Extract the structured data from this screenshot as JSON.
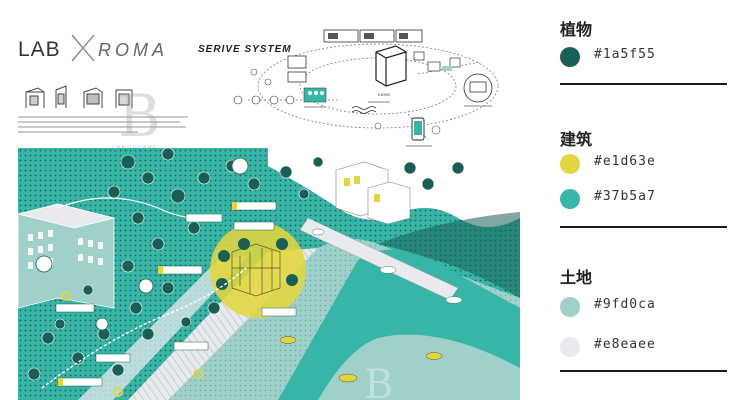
{
  "poster": {
    "brand_left": "LAB",
    "brand_right": "ROMA",
    "system_title": "SERIVE SYSTEM",
    "watermark_letter": "B",
    "watermark_sub": "LANDSCAPE"
  },
  "palette": {
    "groups": [
      {
        "title": "植物",
        "swatches": [
          {
            "hex_label": "#1a5f55",
            "color": "#1a5f55"
          }
        ]
      },
      {
        "title": "建筑",
        "swatches": [
          {
            "hex_label": "#e1d63e",
            "color": "#e1d63e"
          },
          {
            "hex_label": "#37b5a7",
            "color": "#37b5a7"
          }
        ]
      },
      {
        "title": "土地",
        "swatches": [
          {
            "hex_label": "#9fd0ca",
            "color": "#9fd0ca"
          },
          {
            "hex_label": "#e8eaee",
            "color": "#e8eaee"
          }
        ]
      }
    ]
  }
}
